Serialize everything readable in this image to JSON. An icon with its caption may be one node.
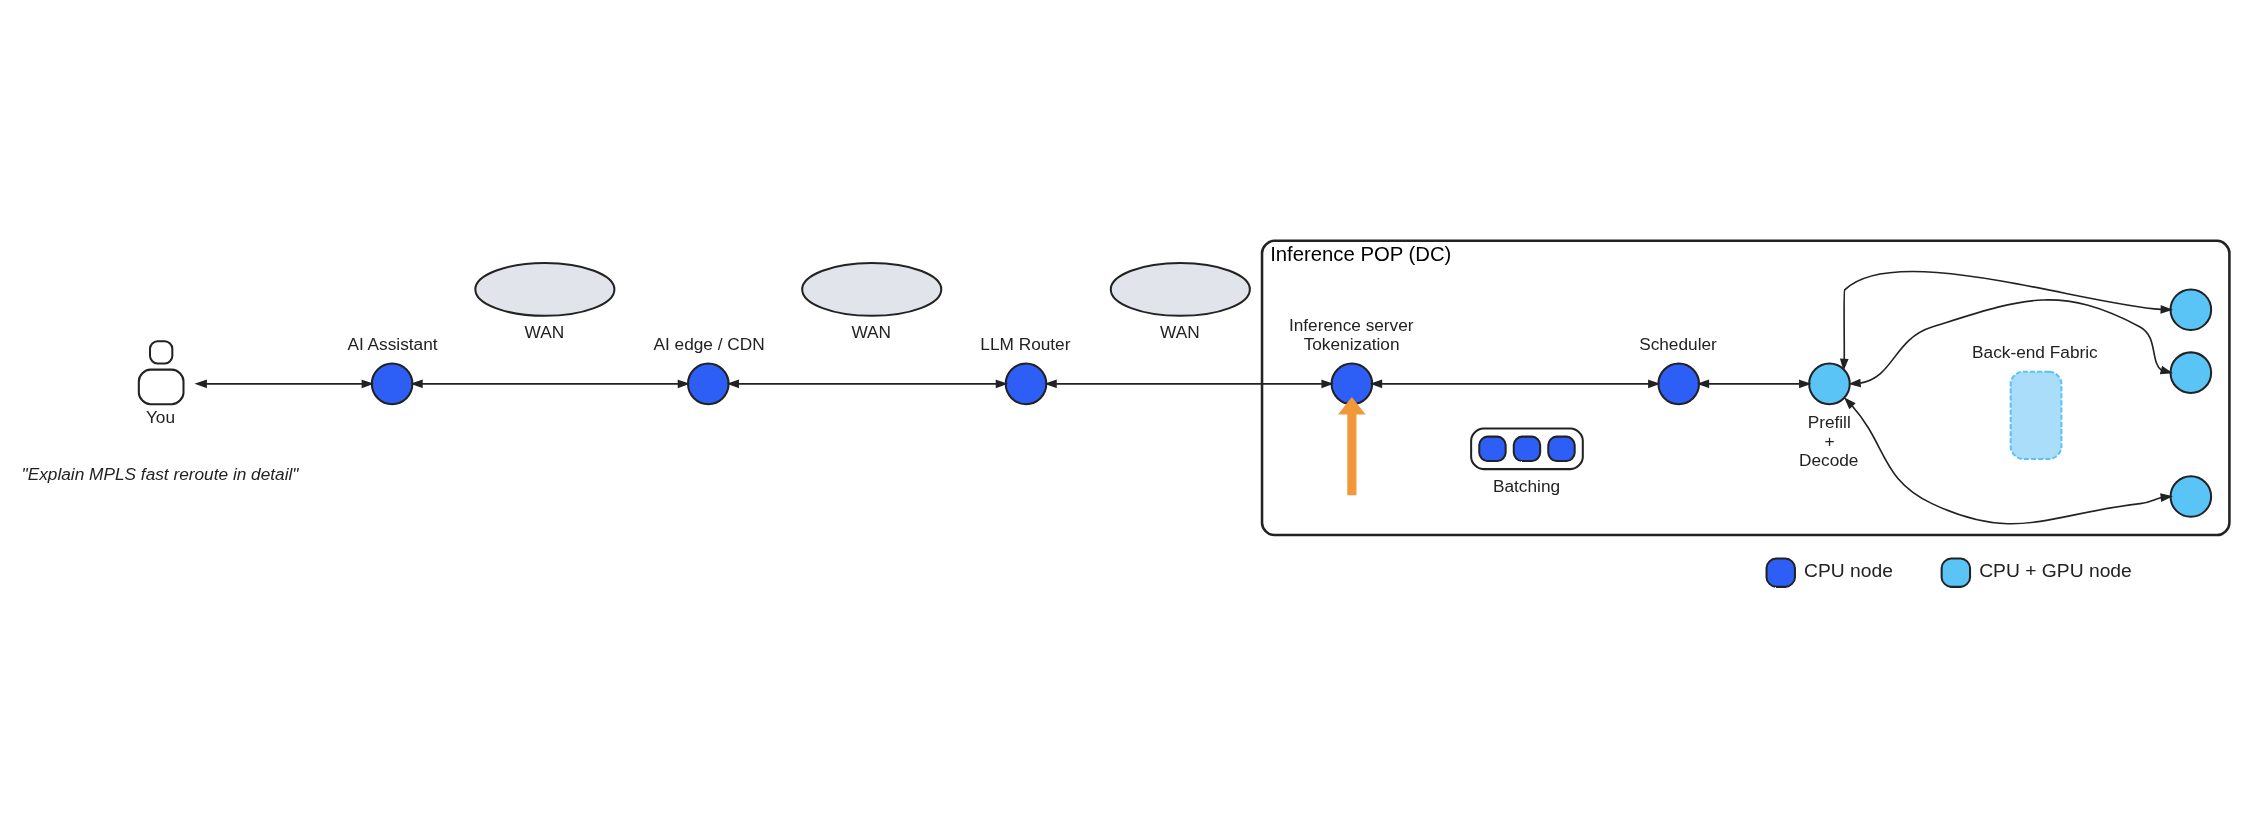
{
  "diagram": {
    "nodes": [
      {
        "text": [
          "You"
        ],
        "beside": [
          "\"Explain MPLS fast reroute in detail\""
        ]
      },
      {
        "text": [
          "AI Assistant"
        ]
      },
      {
        "text": [
          "WAN"
        ]
      },
      {
        "text": [
          "AI edge / CDN"
        ]
      },
      {
        "text": [
          "WAN"
        ]
      },
      {
        "text": [
          "LLM Router"
        ]
      },
      {
        "text": [
          "WAN"
        ]
      },
      {
        "text": [
          "Inference POP (DC)"
        ]
      },
      {
        "text": [
          "Inference server Tokenization"
        ],
        "in": 7
      },
      {
        "text": [
          "Batching"
        ],
        "in": 7
      },
      {
        "text": [
          "Scheduler"
        ],
        "in": 7
      },
      {
        "text": [
          "Back-end Fabric"
        ],
        "in": 7
      },
      {
        "text": [
          "Prefill + Decode"
        ],
        "in": 7
      },
      {
        "text": [],
        "shape": "circle",
        "in": 7
      },
      {
        "text": [],
        "shape": "circle",
        "in": 7
      },
      {
        "text": [],
        "shape": "circle",
        "in": 7
      }
    ],
    "edges": [
      {
        "from": 0,
        "to": 1,
        "arrow": "both"
      },
      {
        "from": 1,
        "to": 3,
        "arrow": "both"
      },
      {
        "from": 3,
        "to": 5,
        "arrow": "both"
      },
      {
        "from": 5,
        "to": 8,
        "arrow": "both"
      },
      {
        "from": 8,
        "to": 10,
        "arrow": "both"
      },
      {
        "from": 10,
        "to": 12,
        "arrow": "both"
      },
      {
        "from": 12,
        "to": 13,
        "arrow": "both"
      },
      {
        "from": 12,
        "to": 14,
        "arrow": "both"
      },
      {
        "from": 12,
        "to": 15,
        "arrow": "both"
      },
      {
        "from": null,
        "to": 8,
        "arrow": "to",
        "style": "thick",
        "color": "#f0983a"
      }
    ],
    "legend": [
      {
        "text": "CPU node",
        "color": "#2d5ef5"
      },
      {
        "text": "CPU + GPU node",
        "color": "#5bc4f7"
      }
    ]
  }
}
